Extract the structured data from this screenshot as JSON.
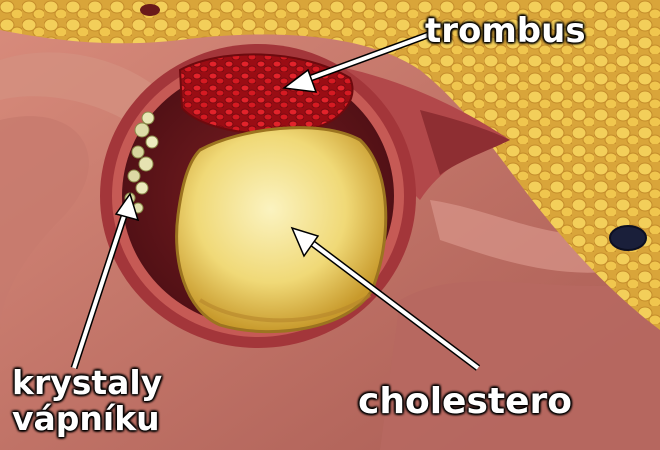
{
  "labels": {
    "thrombus": "trombus",
    "cholesterol": "cholestero",
    "calcium_line1": "krystaly",
    "calcium_line2": "vápníku"
  },
  "colors": {
    "muscle": "#c4776a",
    "fat": "#e8c24a",
    "vessel_wall": "#a3363a",
    "thrombus": "#c8141c",
    "plaque": "#f2e28c",
    "arrow": "#ffffff"
  }
}
